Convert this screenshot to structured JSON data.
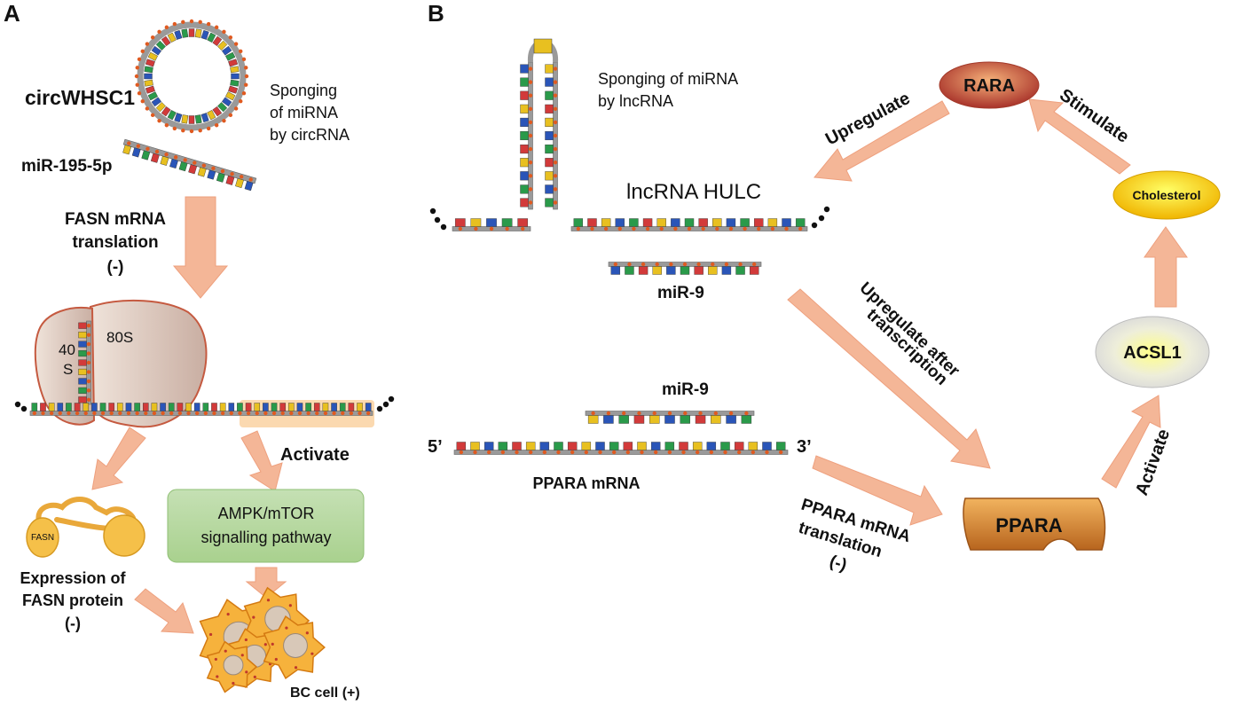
{
  "panel_a": {
    "letter": "A",
    "circrna_name": "circWHSC1",
    "mirna_name": "miR-195-5p",
    "sponging_line1": "Sponging",
    "sponging_line2": "of miRNA",
    "sponging_line3": "by circRNA",
    "fasn_line1": "FASN mRNA",
    "fasn_line2": "translation",
    "fasn_line3": "(-)",
    "ribo_40_line1": "40",
    "ribo_40_line2": "S",
    "ribo_80": "80S",
    "activate": "Activate",
    "pathway_line1": "AMPK/mTOR",
    "pathway_line2": "signalling pathway",
    "fasn_protein_label": "FASN",
    "expr_line1": "Expression of",
    "expr_line2": "FASN protein",
    "expr_line3": "(-)",
    "bc_cell": "BC cell (+)"
  },
  "panel_b": {
    "letter": "B",
    "sponging_line1": "Sponging of miRNA",
    "sponging_line2": "by lncRNA",
    "lncrna_name": "lncRNA HULC",
    "mir9_top": "miR-9",
    "mir9_bottom": "miR-9",
    "five_prime": "5’",
    "three_prime": "3’",
    "ppara_mrna": "PPARA mRNA",
    "upregulate": "Upregulate",
    "stimulate": "Stimulate",
    "rara": "RARA",
    "cholesterol": "Cholesterol",
    "acsl1": "ACSL1",
    "ppara": "PPARA",
    "activate": "Activate",
    "upreg_after_line1": "Upregulate after",
    "upreg_after_line2": "transcription",
    "ppara_transl_line1": "PPARA mRNA",
    "ppara_transl_line2": "translation",
    "ppara_transl_line3": "(-)"
  },
  "colors": {
    "arrow": "#f2b093",
    "arrow_edge": "#e8a07e",
    "ribosome": "#dcc8bd",
    "ribosome_edge": "#c0503a",
    "pathway_box": "#a9d18e",
    "pathway_text": "#4472c4",
    "rara": "#c0504d",
    "cholesterol": "#ffd700",
    "ppara": "#d58b2f",
    "highlight": "#fbd9b0"
  }
}
